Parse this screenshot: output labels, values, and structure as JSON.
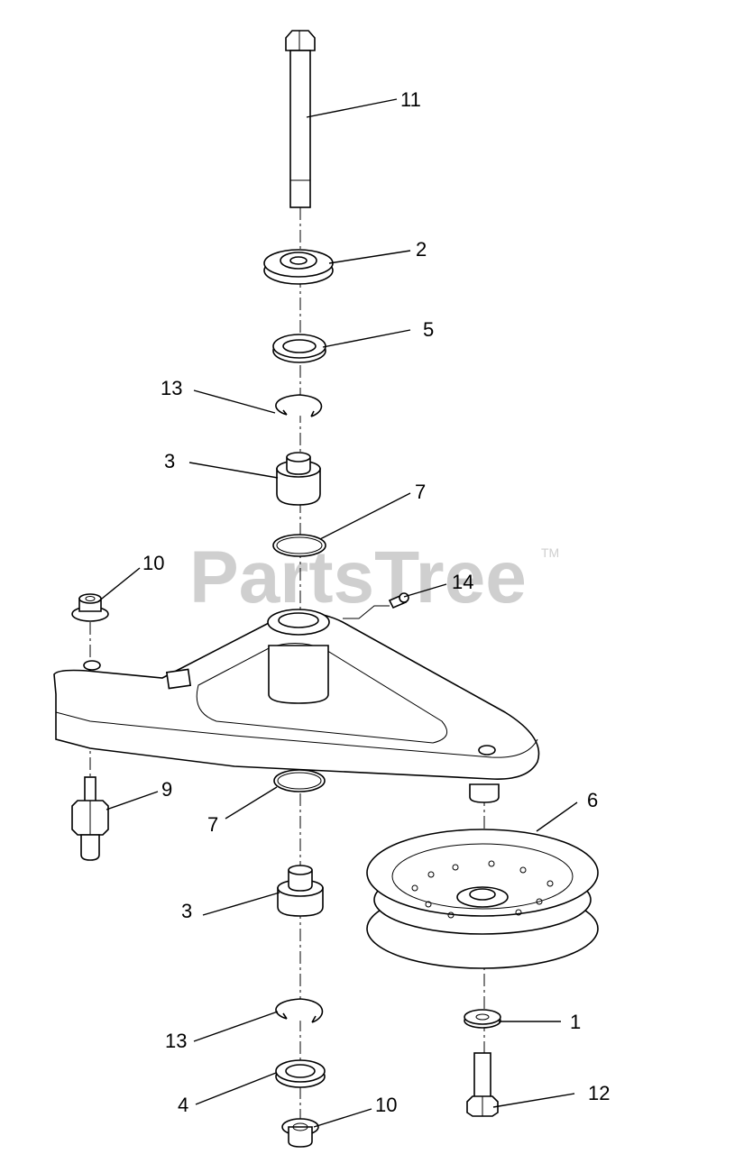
{
  "watermark": {
    "text": "PartsTree",
    "trademark": "TM"
  },
  "callouts": [
    {
      "id": "c11",
      "label": "11"
    },
    {
      "id": "c2",
      "label": "2"
    },
    {
      "id": "c5",
      "label": "5"
    },
    {
      "id": "c13a",
      "label": "13"
    },
    {
      "id": "c3a",
      "label": "3"
    },
    {
      "id": "c7a",
      "label": "7"
    },
    {
      "id": "c10a",
      "label": "10"
    },
    {
      "id": "c14",
      "label": "14"
    },
    {
      "id": "c9",
      "label": "9"
    },
    {
      "id": "c7b",
      "label": "7"
    },
    {
      "id": "c6",
      "label": "6"
    },
    {
      "id": "c3b",
      "label": "3"
    },
    {
      "id": "c1",
      "label": "1"
    },
    {
      "id": "c13b",
      "label": "13"
    },
    {
      "id": "c4",
      "label": "4"
    },
    {
      "id": "c10b",
      "label": "10"
    },
    {
      "id": "c12",
      "label": "12"
    }
  ]
}
